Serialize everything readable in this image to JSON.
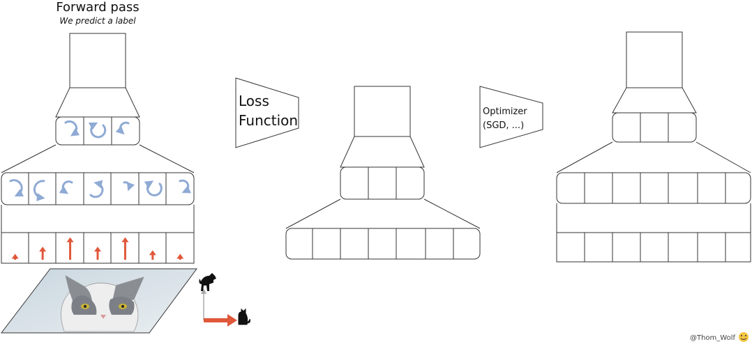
{
  "header": {
    "title": "Forward pass",
    "subtitle": "We predict a label"
  },
  "loss": {
    "line1": "Loss",
    "line2": "Function"
  },
  "optimizer": {
    "line1": "Optimizer",
    "line2": "(SGD, ...)"
  },
  "credit": "@Thom_Wolf",
  "colors": {
    "arrow_red": "#e0573a",
    "rotate_blue": "#8faad4",
    "stroke": "#333333"
  },
  "icons": {
    "dog": "dog-icon",
    "cat": "cat-icon",
    "cat_photo": "cat-photo",
    "hugging_face": "hugging-face-icon"
  },
  "networks": {
    "left_small_layer_cells": 3,
    "left_wide_layer_cells": 7,
    "left_bottom_layer_cells": 7,
    "mid_small_layer_cells": 3,
    "mid_wide_layer_cells": 7,
    "right_small_layer_cells": 3,
    "right_wide_layer_cells": 7,
    "right_bottom_layer_cells": 7
  },
  "gradients": {
    "up_arrow_levels": [
      0.25,
      0.55,
      0.95,
      0.55,
      0.95,
      0.4,
      0.25
    ]
  }
}
